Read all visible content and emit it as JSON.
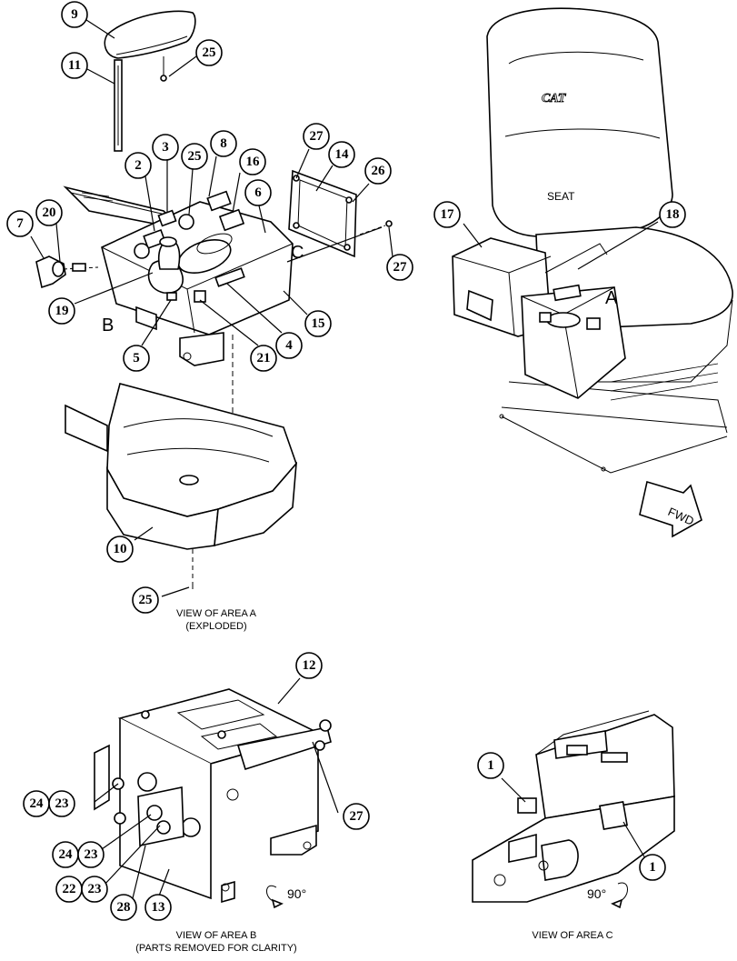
{
  "views": {
    "area_a": {
      "line1": "VIEW OF AREA A",
      "line2": "(EXPLODED)"
    },
    "area_b": {
      "line1": "VIEW OF AREA B",
      "line2": "(PARTS REMOVED FOR CLARITY)"
    },
    "area_c": {
      "line1": "VIEW OF AREA C"
    }
  },
  "area_letters": {
    "a": "A",
    "b": "B",
    "c": "C"
  },
  "seat_label": "SEAT",
  "seat_logo": "CAT",
  "fwd_label": "FWD",
  "rotation": {
    "b": "90°",
    "c": "90°"
  },
  "callouts": [
    {
      "id": "c-9",
      "num": "9"
    },
    {
      "id": "c-25a",
      "num": "25"
    },
    {
      "id": "c-11",
      "num": "11"
    },
    {
      "id": "c-3",
      "num": "3"
    },
    {
      "id": "c-25b",
      "num": "25"
    },
    {
      "id": "c-8",
      "num": "8"
    },
    {
      "id": "c-2",
      "num": "2"
    },
    {
      "id": "c-16",
      "num": "16"
    },
    {
      "id": "c-6",
      "num": "6"
    },
    {
      "id": "c-27a",
      "num": "27"
    },
    {
      "id": "c-14",
      "num": "14"
    },
    {
      "id": "c-26",
      "num": "26"
    },
    {
      "id": "c-7",
      "num": "7"
    },
    {
      "id": "c-20",
      "num": "20"
    },
    {
      "id": "c-27b",
      "num": "27"
    },
    {
      "id": "c-19",
      "num": "19"
    },
    {
      "id": "c-15",
      "num": "15"
    },
    {
      "id": "c-5",
      "num": "5"
    },
    {
      "id": "c-4",
      "num": "4"
    },
    {
      "id": "c-21",
      "num": "21"
    },
    {
      "id": "c-10",
      "num": "10"
    },
    {
      "id": "c-25c",
      "num": "25"
    },
    {
      "id": "c-17",
      "num": "17"
    },
    {
      "id": "c-18",
      "num": "18"
    },
    {
      "id": "c-12",
      "num": "12"
    },
    {
      "id": "c-27c",
      "num": "27"
    },
    {
      "id": "c-24a",
      "num": "24"
    },
    {
      "id": "c-23a",
      "num": "23"
    },
    {
      "id": "c-24b",
      "num": "24"
    },
    {
      "id": "c-23b",
      "num": "23"
    },
    {
      "id": "c-22",
      "num": "22"
    },
    {
      "id": "c-23c",
      "num": "23"
    },
    {
      "id": "c-28",
      "num": "28"
    },
    {
      "id": "c-13",
      "num": "13"
    },
    {
      "id": "c-1a",
      "num": "1"
    },
    {
      "id": "c-1b",
      "num": "1"
    }
  ]
}
